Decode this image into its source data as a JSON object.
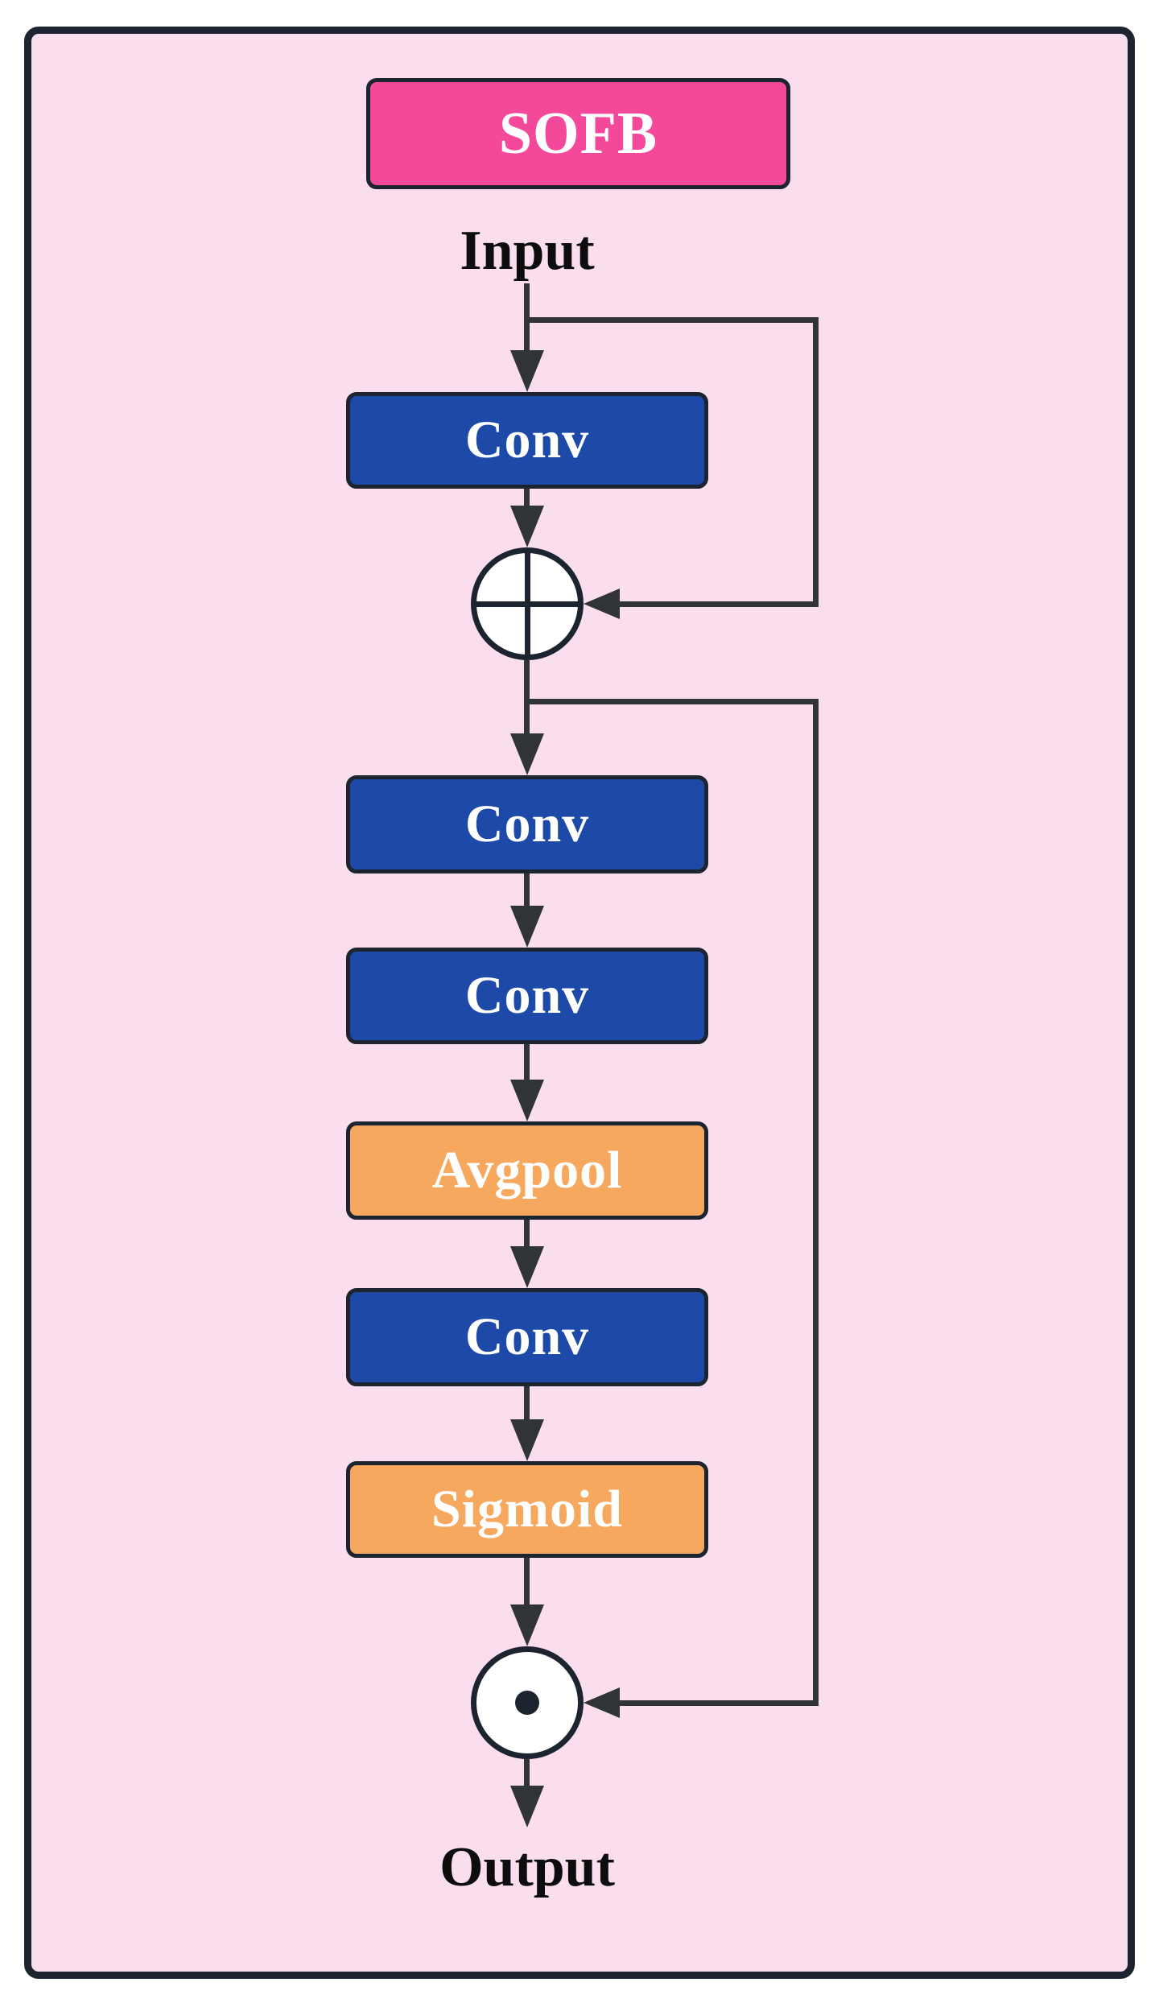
{
  "diagram": {
    "title": "SOFB",
    "input_label": "Input",
    "output_label": "Output",
    "blocks": {
      "conv1": "Conv",
      "conv2": "Conv",
      "conv3": "Conv",
      "avgpool": "Avgpool",
      "conv4": "Conv",
      "sigmoid": "Sigmoid"
    },
    "operators": {
      "add": {
        "name": "element-wise-addition",
        "glyph": "⊕"
      },
      "multiply": {
        "name": "element-wise-multiplication",
        "glyph": "⊙"
      }
    },
    "connections": [
      "Input -> Conv",
      "Input -> add (skip)",
      "Conv -> add",
      "add -> Conv",
      "add -> multiply (skip)",
      "Conv -> Conv",
      "Conv -> Avgpool",
      "Avgpool -> Conv",
      "Conv -> Sigmoid",
      "Sigmoid -> multiply",
      "multiply -> Output"
    ],
    "colors": {
      "canvas_background": "#fbdeee",
      "title_box": "#f4499b",
      "conv_box": "#1d4aa8",
      "pool_activation_box": "#f6a85f",
      "box_border": "#1c2430",
      "line": "#303438",
      "box_text": "#ffffff",
      "label_text": "#0d0d0d",
      "page_background": "#ffffff"
    }
  }
}
